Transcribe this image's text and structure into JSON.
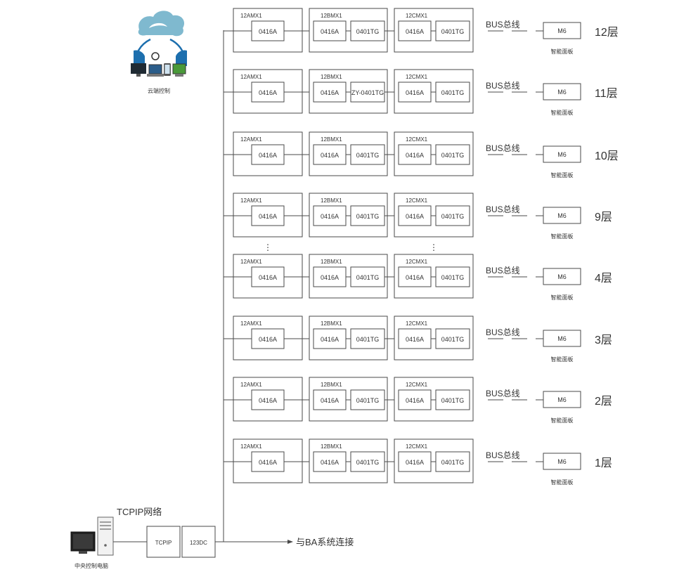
{
  "cloud": {
    "label": "云端控制",
    "colors": {
      "cloud": "#7fb9cf",
      "accent": "#1d6fae",
      "screen_green": "#4a9a3a"
    }
  },
  "central": {
    "label": "中央控制电脑"
  },
  "network": {
    "label": "TCPIP网络",
    "tcpip_box": "TCPIP",
    "dc_box": "123DC",
    "ba_label": "与BA系统连接"
  },
  "floors": [
    {
      "floor": "12层",
      "a_title": "12AMX1",
      "a_mod": "0416A",
      "b_title": "12BMX1",
      "b_mod1": "0416A",
      "b_mod2": "0401TG",
      "c_title": "12CMX1",
      "c_mod1": "0416A",
      "c_mod2": "0401TG",
      "bus": "BUS总线",
      "panel": "M6",
      "panel_label": "智能面板"
    },
    {
      "floor": "11层",
      "a_title": "12AMX1",
      "a_mod": "0416A",
      "b_title": "12BMX1",
      "b_mod1": "0416A",
      "b_mod2": "ZY-0401TG",
      "c_title": "12CMX1",
      "c_mod1": "0416A",
      "c_mod2": "0401TG",
      "bus": "BUS总线",
      "panel": "M6",
      "panel_label": "智能面板"
    },
    {
      "floor": "10层",
      "a_title": "12AMX1",
      "a_mod": "0416A",
      "b_title": "12BMX1",
      "b_mod1": "0416A",
      "b_mod2": "0401TG",
      "c_title": "12CMX1",
      "c_mod1": "0416A",
      "c_mod2": "0401TG",
      "bus": "BUS总线",
      "panel": "M6",
      "panel_label": "智能面板"
    },
    {
      "floor": "9层",
      "a_title": "12AMX1",
      "a_mod": "0416A",
      "b_title": "12BMX1",
      "b_mod1": "0416A",
      "b_mod2": "0401TG",
      "c_title": "12CMX1",
      "c_mod1": "0416A",
      "c_mod2": "0401TG",
      "bus": "BUS总线",
      "panel": "M6",
      "panel_label": "智能面板"
    },
    {
      "floor": "4层",
      "a_title": "12AMX1",
      "a_mod": "0416A",
      "b_title": "12BMX1",
      "b_mod1": "0416A",
      "b_mod2": "0401TG",
      "c_title": "12CMX1",
      "c_mod1": "0416A",
      "c_mod2": "0401TG",
      "bus": "BUS总线",
      "panel": "M6",
      "panel_label": "智能面板"
    },
    {
      "floor": "3层",
      "a_title": "12AMX1",
      "a_mod": "0416A",
      "b_title": "12BMX1",
      "b_mod1": "0416A",
      "b_mod2": "0401TG",
      "c_title": "12CMX1",
      "c_mod1": "0416A",
      "c_mod2": "0401TG",
      "bus": "BUS总线",
      "panel": "M6",
      "panel_label": "智能面板"
    },
    {
      "floor": "2层",
      "a_title": "12AMX1",
      "a_mod": "0416A",
      "b_title": "12BMX1",
      "b_mod1": "0416A",
      "b_mod2": "0401TG",
      "c_title": "12CMX1",
      "c_mod1": "0416A",
      "c_mod2": "0401TG",
      "bus": "BUS总线",
      "panel": "M6",
      "panel_label": "智能面板"
    },
    {
      "floor": "1层",
      "a_title": "12AMX1",
      "a_mod": "0416A",
      "b_title": "12BMX1",
      "b_mod1": "0416A",
      "b_mod2": "0401TG",
      "c_title": "12CMX1",
      "c_mod1": "0416A",
      "c_mod2": "0401TG",
      "bus": "BUS总线",
      "panel": "M6",
      "panel_label": "智能面板"
    }
  ]
}
